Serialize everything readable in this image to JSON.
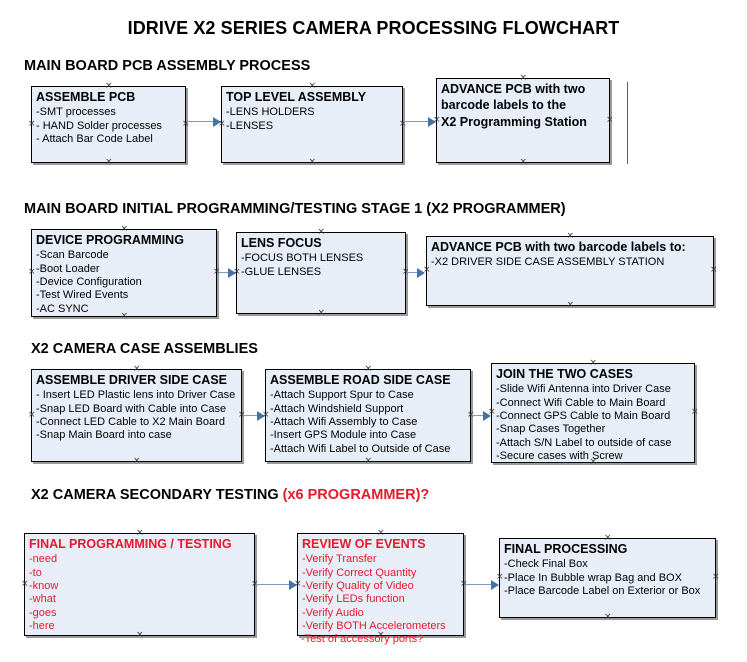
{
  "document": {
    "title": "IDRIVE X2  SERIES CAMERA PROCESSING FLOWCHART"
  },
  "colors": {
    "node_fill": "#e8eef8",
    "node_border": "#000000",
    "connector": "#7f9bbf",
    "arrow": "#4472a8",
    "accent_red": "#e8192c",
    "text": "#000000"
  },
  "sections": [
    {
      "heading": "MAIN BOARD PCB ASSEMBLY PROCESS",
      "heading_accent": "",
      "nodes": [
        {
          "title": "ASSEMBLE PCB",
          "lines": [
            "-SMT processes",
            "- HAND Solder processes",
            "- Attach Bar Code Label"
          ]
        },
        {
          "title": "TOP LEVEL ASSEMBLY",
          "lines": [
            "-LENS HOLDERS",
            "-LENSES"
          ]
        },
        {
          "title": "ADVANCE PCB with two",
          "lines": [
            "barcode labels to the",
            " X2 Programming Station"
          ]
        }
      ]
    },
    {
      "heading": "MAIN BOARD INITIAL PROGRAMMING/TESTING STAGE 1 (X2 PROGRAMMER)",
      "heading_accent": "",
      "nodes": [
        {
          "title": "DEVICE PROGRAMMING",
          "lines": [
            "-Scan Barcode",
            "-Boot Loader",
            "-Device Configuration",
            "-Test Wired Events",
            "-AC SYNC"
          ]
        },
        {
          "title": "LENS FOCUS",
          "lines": [
            "-FOCUS BOTH LENSES",
            "-GLUE LENSES"
          ]
        },
        {
          "title": "ADVANCE PCB with two barcode labels to:",
          "lines": [
            "-X2 DRIVER  SIDE  CASE  ASSEMBLY STATION"
          ]
        }
      ]
    },
    {
      "heading": "X2 CAMERA CASE ASSEMBLIES",
      "heading_accent": "",
      "nodes": [
        {
          "title": "ASSEMBLE DRIVER SIDE CASE",
          "lines": [
            "- Insert LED Plastic lens into Driver Case",
            "-Snap LED Board with Cable into Case",
            "-Connect LED Cable to X2 Main Board",
            "-Snap Main Board into case"
          ]
        },
        {
          "title": "ASSEMBLE ROAD SIDE CASE",
          "lines": [
            "-Attach Support Spur to Case",
            "-Attach Windshield Support",
            "-Attach Wifi Assembly to Case",
            "-Insert GPS Module into Case",
            "-Attach Wifi Label to Outside of Case"
          ]
        },
        {
          "title": "JOIN THE TWO CASES",
          "lines": [
            "-Slide Wifi Antenna into Driver Case",
            "-Connect Wifi Cable to Main Board",
            "-Connect GPS Cable to Main Board",
            "-Snap Cases Together",
            "-Attach S/N Label to outside of case",
            "-Secure cases with Screw"
          ]
        }
      ]
    },
    {
      "heading": "X2 CAMERA SECONDARY TESTING ",
      "heading_accent": "(x6 PROGRAMMER)?",
      "nodes": [
        {
          "title": "FINAL PROGRAMMING / TESTING",
          "lines": [
            "-need",
            "-to",
            "-know",
            "-what",
            "-goes",
            "-here"
          ]
        },
        {
          "title": "REVIEW OF EVENTS",
          "lines": [
            "-Verify Transfer",
            "-Verify Correct Quantity",
            "-Verify Quality of Video",
            "-Verify LEDs function",
            "-Verify Audio",
            "-Verify BOTH Accelerometers"
          ],
          "overflow_line": "-Test of accessory ports?"
        },
        {
          "title": "FINAL PROCESSING",
          "lines": [
            " -Check Final Box",
            "-Place In Bubble wrap Bag and BOX",
            "-Place Barcode Label on Exterior or Box"
          ]
        }
      ]
    }
  ],
  "handle_glyph": "×"
}
